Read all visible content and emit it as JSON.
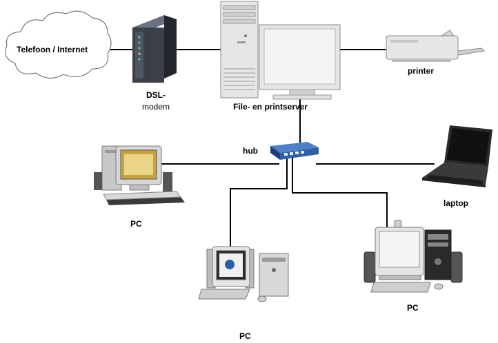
{
  "labels": {
    "internet": "Telefoon / Internet",
    "modem_line1": "DSL-",
    "modem_line2": "modem",
    "server": "File- en printserver",
    "printer": "printer",
    "hub": "hub",
    "laptop": "laptop",
    "pc_left": "PC",
    "pc_bottom": "PC",
    "pc_right": "PC"
  },
  "nodes": [
    {
      "id": "internet",
      "icon": "cloud-icon"
    },
    {
      "id": "modem",
      "icon": "dsl-modem-icon"
    },
    {
      "id": "server",
      "icon": "tower-server-icon"
    },
    {
      "id": "server-monitor",
      "icon": "crt-monitor-icon"
    },
    {
      "id": "printer",
      "icon": "printer-icon"
    },
    {
      "id": "hub",
      "icon": "network-hub-icon"
    },
    {
      "id": "pc_left",
      "icon": "desktop-pc-icon"
    },
    {
      "id": "laptop",
      "icon": "laptop-icon"
    },
    {
      "id": "pc_bottom",
      "icon": "hp-desktop-pc-icon"
    },
    {
      "id": "pc_right",
      "icon": "desktop-pc-speakers-icon"
    }
  ],
  "connections": [
    {
      "from": "internet",
      "to": "modem"
    },
    {
      "from": "modem",
      "to": "server"
    },
    {
      "from": "server",
      "to": "printer"
    },
    {
      "from": "server",
      "to": "hub"
    },
    {
      "from": "hub",
      "to": "pc_left"
    },
    {
      "from": "hub",
      "to": "laptop"
    },
    {
      "from": "hub",
      "to": "pc_bottom"
    },
    {
      "from": "hub",
      "to": "pc_right"
    }
  ],
  "colors": {
    "cable": "#000000",
    "hub": "#2f5fa8",
    "modem": "#3a3f48",
    "device_light": "#e6e6e6",
    "device_mid": "#bdbdbd",
    "device_dark": "#555555",
    "screen": "#1c1c1c"
  }
}
